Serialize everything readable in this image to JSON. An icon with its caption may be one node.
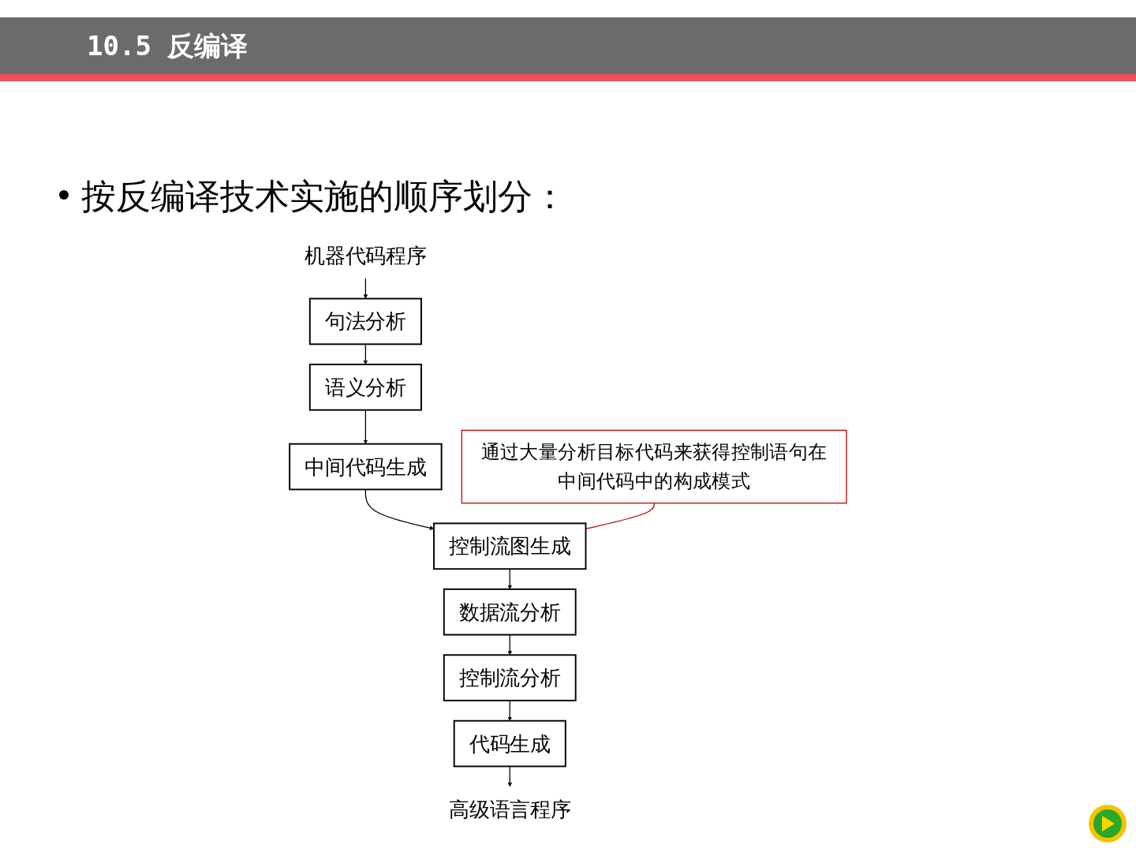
{
  "diagram": {
    "title": "10.5 反编译",
    "nodes": [
      {
        "text": [
          "机器代码程序"
        ]
      },
      {
        "text": [
          "句法分析"
        ]
      },
      {
        "text": [
          "语义分析"
        ]
      },
      {
        "text": [
          "中间代码生成"
        ]
      },
      {
        "text": [
          "控制流图生成"
        ]
      },
      {
        "text": [
          "通过大量分析目标代码来获得控制语句在中间代码中的构成模式"
        ]
      },
      {
        "text": [
          "数据流分析"
        ]
      },
      {
        "text": [
          "控制流分析"
        ]
      },
      {
        "text": [
          "代码生成"
        ]
      },
      {
        "text": [
          "高级语言程序"
        ]
      }
    ],
    "edges": [
      {
        "from": 0,
        "to": 1,
        "arrow": "to"
      },
      {
        "from": 1,
        "to": 2,
        "arrow": "to"
      },
      {
        "from": 2,
        "to": 3,
        "arrow": "to"
      },
      {
        "from": 3,
        "to": 4,
        "arrow": "to"
      },
      {
        "from": 4,
        "to": 6,
        "arrow": "to"
      },
      {
        "from": 6,
        "to": 7,
        "arrow": "to"
      },
      {
        "from": 7,
        "to": 8,
        "arrow": "to"
      },
      {
        "from": 8,
        "to": 9,
        "arrow": "to"
      },
      {
        "from": 5,
        "to": 4,
        "arrow": "none",
        "color": "#c00000"
      }
    ],
    "labels": [
      "按反编译技术实施的顺序划分："
    ]
  }
}
